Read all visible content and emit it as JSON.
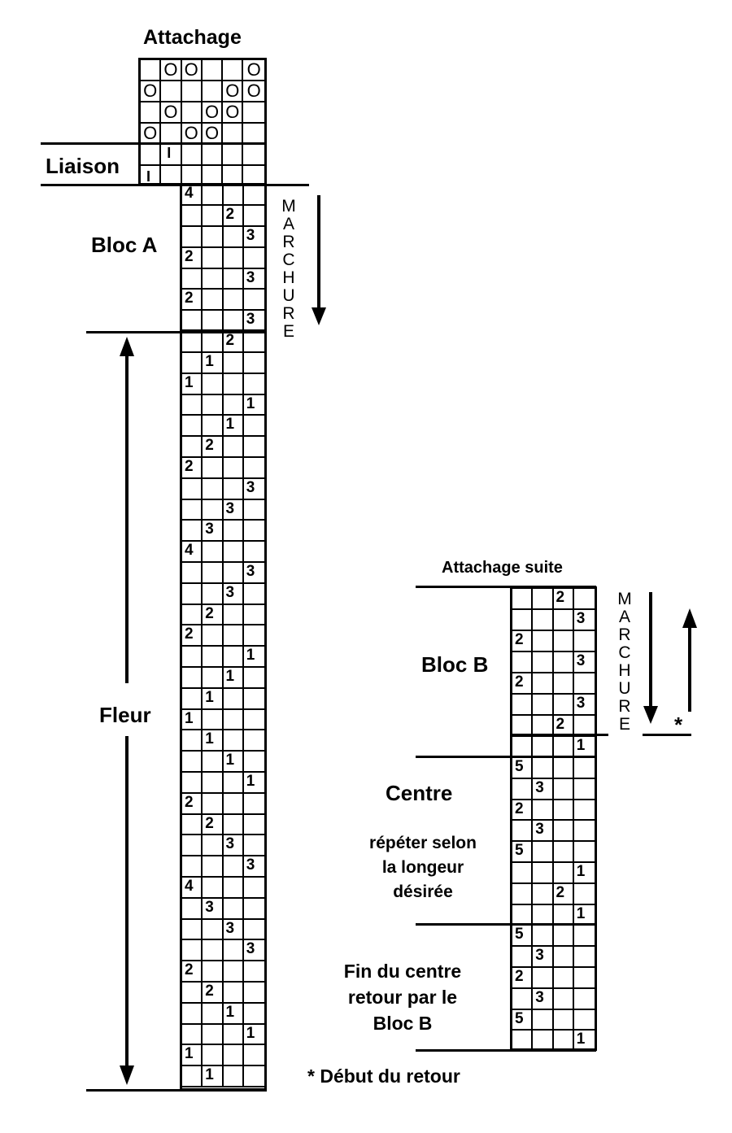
{
  "titles": {
    "attachage": "Attachage",
    "attachage_suite": "Attachage suite",
    "liaison": "Liaison",
    "bloc_a": "Bloc A",
    "fleur": "Fleur",
    "bloc_b": "Bloc B",
    "centre": "Centre",
    "centre_note_1": "répéter selon",
    "centre_note_2": "la longeur",
    "centre_note_3": "désirée",
    "fin_1": "Fin du centre",
    "fin_2": "retour par le",
    "fin_3": "Bloc B",
    "marchure": "MARCHURE",
    "asterisk": "*",
    "footnote": "* Début du retour"
  },
  "tieup": {
    "columns": 6,
    "rows": [
      [
        "",
        "O",
        "O",
        "",
        "",
        "O"
      ],
      [
        "O",
        "",
        "",
        "",
        "O",
        "O"
      ],
      [
        "",
        "O",
        "",
        "O",
        "O",
        ""
      ],
      [
        "O",
        "",
        "O",
        "O",
        "",
        ""
      ]
    ]
  },
  "liaison": {
    "rows": [
      [
        "",
        "I",
        "",
        "",
        "",
        ""
      ],
      [
        "I",
        "",
        "",
        "",
        "",
        ""
      ]
    ]
  },
  "bloc_a": [
    [
      "4",
      "",
      "",
      ""
    ],
    [
      "",
      "",
      "2",
      ""
    ],
    [
      "",
      "",
      "",
      "3"
    ],
    [
      "2",
      "",
      "",
      ""
    ],
    [
      "",
      "",
      "",
      "3"
    ],
    [
      "2",
      "",
      "",
      ""
    ],
    [
      "",
      "",
      "",
      "3"
    ]
  ],
  "fleur": [
    [
      "",
      "",
      "2",
      ""
    ],
    [
      "",
      "1",
      "",
      ""
    ],
    [
      "1",
      "",
      "",
      ""
    ],
    [
      "",
      "",
      "",
      "1"
    ],
    [
      "",
      "",
      "1",
      ""
    ],
    [
      "",
      "2",
      "",
      ""
    ],
    [
      "2",
      "",
      "",
      ""
    ],
    [
      "",
      "",
      "",
      "3"
    ],
    [
      "",
      "",
      "3",
      ""
    ],
    [
      "",
      "3",
      "",
      ""
    ],
    [
      "4",
      "",
      "",
      ""
    ],
    [
      "",
      "",
      "",
      "3"
    ],
    [
      "",
      "",
      "3",
      ""
    ],
    [
      "",
      "2",
      "",
      ""
    ],
    [
      "2",
      "",
      "",
      ""
    ],
    [
      "",
      "",
      "",
      "1"
    ],
    [
      "",
      "",
      "1",
      ""
    ],
    [
      "",
      "1",
      "",
      ""
    ],
    [
      "1",
      "",
      "",
      ""
    ],
    [
      "",
      "1",
      "",
      ""
    ],
    [
      "",
      "",
      "1",
      ""
    ],
    [
      "",
      "",
      "",
      "1"
    ],
    [
      "2",
      "",
      "",
      ""
    ],
    [
      "",
      "2",
      "",
      ""
    ],
    [
      "",
      "",
      "3",
      ""
    ],
    [
      "",
      "",
      "",
      "3"
    ],
    [
      "4",
      "",
      "",
      ""
    ],
    [
      "",
      "3",
      "",
      ""
    ],
    [
      "",
      "",
      "3",
      ""
    ],
    [
      "",
      "",
      "",
      "3"
    ],
    [
      "2",
      "",
      "",
      ""
    ],
    [
      "",
      "2",
      "",
      ""
    ],
    [
      "",
      "",
      "1",
      ""
    ],
    [
      "",
      "",
      "",
      "1"
    ],
    [
      "1",
      "",
      "",
      ""
    ],
    [
      "",
      "1",
      "",
      ""
    ]
  ],
  "bloc_b": [
    [
      "",
      "",
      "2",
      ""
    ],
    [
      "",
      "",
      "",
      "3"
    ],
    [
      "2",
      "",
      "",
      ""
    ],
    [
      "",
      "",
      "",
      "3"
    ],
    [
      "2",
      "",
      "",
      ""
    ],
    [
      "",
      "",
      "",
      "3"
    ],
    [
      "",
      "",
      "2",
      ""
    ],
    [
      "",
      "",
      "",
      "1"
    ]
  ],
  "centre": [
    [
      "5",
      "",
      "",
      ""
    ],
    [
      "",
      "3",
      "",
      ""
    ],
    [
      "2",
      "",
      "",
      ""
    ],
    [
      "",
      "3",
      "",
      ""
    ],
    [
      "5",
      "",
      "",
      ""
    ],
    [
      "",
      "",
      "",
      "1"
    ],
    [
      "",
      "",
      "2",
      ""
    ],
    [
      "",
      "",
      "",
      "1"
    ]
  ],
  "fin": [
    [
      "5",
      "",
      "",
      ""
    ],
    [
      "",
      "3",
      "",
      ""
    ],
    [
      "2",
      "",
      "",
      ""
    ],
    [
      "",
      "3",
      "",
      ""
    ],
    [
      "5",
      "",
      "",
      ""
    ],
    [
      "",
      "",
      "",
      "1"
    ]
  ]
}
